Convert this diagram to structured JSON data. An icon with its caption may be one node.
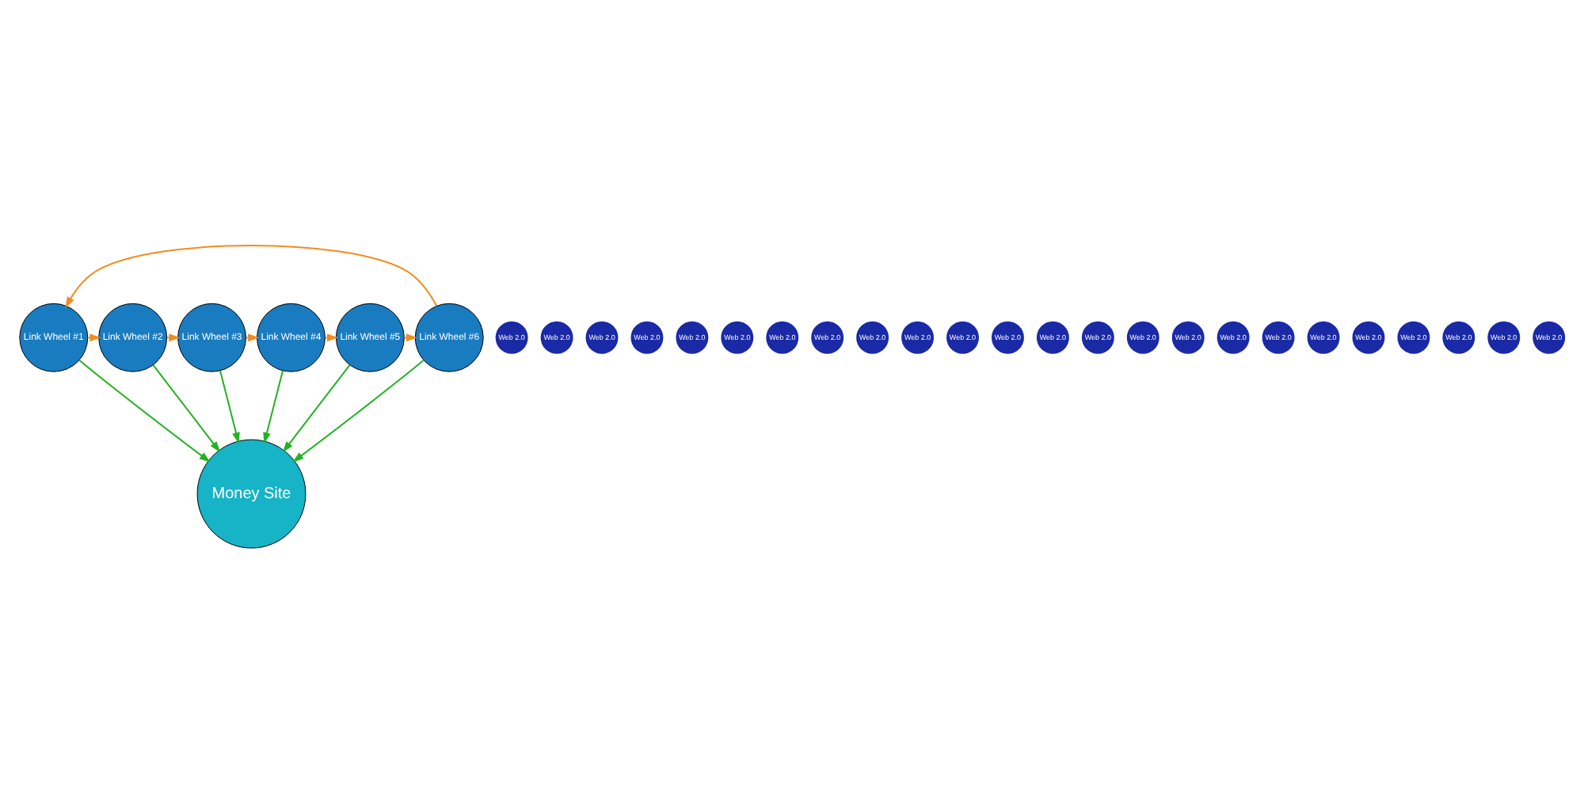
{
  "diagram": {
    "nodes": [
      {
        "text": [
          "Money Site"
        ]
      },
      {
        "text": [
          "Link Wheel #1"
        ]
      },
      {
        "text": [
          "Link Wheel #2"
        ]
      },
      {
        "text": [
          "Link Wheel #3"
        ]
      },
      {
        "text": [
          "Link Wheel #4"
        ]
      },
      {
        "text": [
          "Link Wheel #5"
        ]
      },
      {
        "text": [
          "Link Wheel #6"
        ]
      },
      {
        "text": [
          "Web 2.0"
        ]
      },
      {
        "text": [
          "Web 2.0"
        ]
      },
      {
        "text": [
          "Web 2.0"
        ]
      },
      {
        "text": [
          "Web 2.0"
        ]
      },
      {
        "text": [
          "Web 2.0"
        ]
      },
      {
        "text": [
          "Web 2.0"
        ]
      },
      {
        "text": [
          "Web 2.0"
        ]
      },
      {
        "text": [
          "Web 2.0"
        ]
      },
      {
        "text": [
          "Web 2.0"
        ]
      },
      {
        "text": [
          "Web 2.0"
        ]
      },
      {
        "text": [
          "Web 2.0"
        ]
      },
      {
        "text": [
          "Web 2.0"
        ]
      },
      {
        "text": [
          "Web 2.0"
        ]
      },
      {
        "text": [
          "Web 2.0"
        ]
      },
      {
        "text": [
          "Web 2.0"
        ]
      },
      {
        "text": [
          "Web 2.0"
        ]
      },
      {
        "text": [
          "Web 2.0"
        ]
      },
      {
        "text": [
          "Web 2.0"
        ]
      },
      {
        "text": [
          "Web 2.0"
        ]
      },
      {
        "text": [
          "Web 2.0"
        ]
      },
      {
        "text": [
          "Web 2.0"
        ]
      },
      {
        "text": [
          "Web 2.0"
        ]
      },
      {
        "text": [
          "Web 2.0"
        ]
      },
      {
        "text": [
          "Web 2.0"
        ]
      }
    ],
    "edges": [
      {
        "from": 1,
        "to": 0,
        "arrow": "to",
        "color": "#22b222"
      },
      {
        "from": 2,
        "to": 0,
        "arrow": "to",
        "color": "#22b222"
      },
      {
        "from": 3,
        "to": 0,
        "arrow": "to",
        "color": "#22b222"
      },
      {
        "from": 4,
        "to": 0,
        "arrow": "to",
        "color": "#22b222"
      },
      {
        "from": 5,
        "to": 0,
        "arrow": "to",
        "color": "#22b222"
      },
      {
        "from": 6,
        "to": 0,
        "arrow": "to",
        "color": "#22b222"
      },
      {
        "from": 6,
        "to": 1,
        "arrow": "to",
        "color": "#f28c1e"
      },
      {
        "from": 1,
        "to": 2,
        "arrow": "to",
        "color": "#f28c1e"
      },
      {
        "from": 2,
        "to": 3,
        "arrow": "to",
        "color": "#f28c1e"
      },
      {
        "from": 3,
        "to": 4,
        "arrow": "to",
        "color": "#f28c1e"
      },
      {
        "from": 4,
        "to": 5,
        "arrow": "to",
        "color": "#f28c1e"
      },
      {
        "from": 5,
        "to": 6,
        "arrow": "to",
        "color": "#f28c1e"
      }
    ]
  }
}
